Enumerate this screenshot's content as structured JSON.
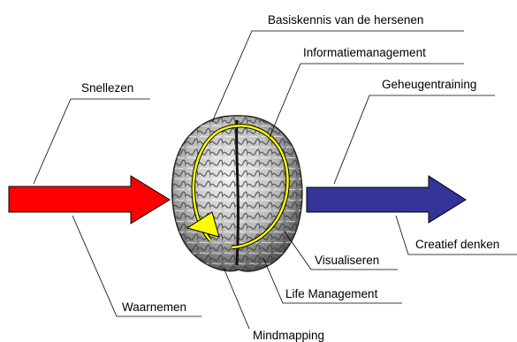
{
  "diagram": {
    "labels": {
      "basiskennis": "Basiskennis van de hersenen",
      "informatiemanagement": "Informatiemanagement",
      "snellezen": "Snellezen",
      "geheugentraining": "Geheugentraining",
      "creatief_denken": "Creatief denken",
      "visualiseren": "Visualiseren",
      "life_management": "Life Management",
      "waarnemen": "Waarnemen",
      "mindmapping": "Mindmapping"
    },
    "colors": {
      "input_arrow": "#ff0000",
      "output_arrow": "#33339a",
      "cycle_arrow": "#ffff00",
      "brain_light": "#f2f2f2",
      "brain_dark": "#3a3a3a"
    }
  }
}
